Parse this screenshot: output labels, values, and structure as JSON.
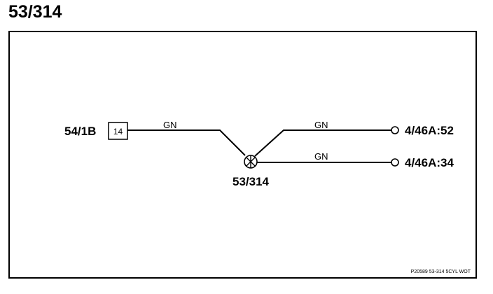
{
  "title": "53/314",
  "connector_left": {
    "label": "54/1B",
    "pin": "14"
  },
  "splice": {
    "label": "53/314"
  },
  "wires": [
    {
      "color": "GN"
    },
    {
      "color": "GN"
    },
    {
      "color": "GN"
    }
  ],
  "terminals": [
    {
      "label": "4/46A:52"
    },
    {
      "label": "4/46A:34"
    }
  ],
  "footer_ref": "P20589 53-314 5CYL WOT",
  "colors": {
    "line": "#000000",
    "background": "#ffffff"
  }
}
